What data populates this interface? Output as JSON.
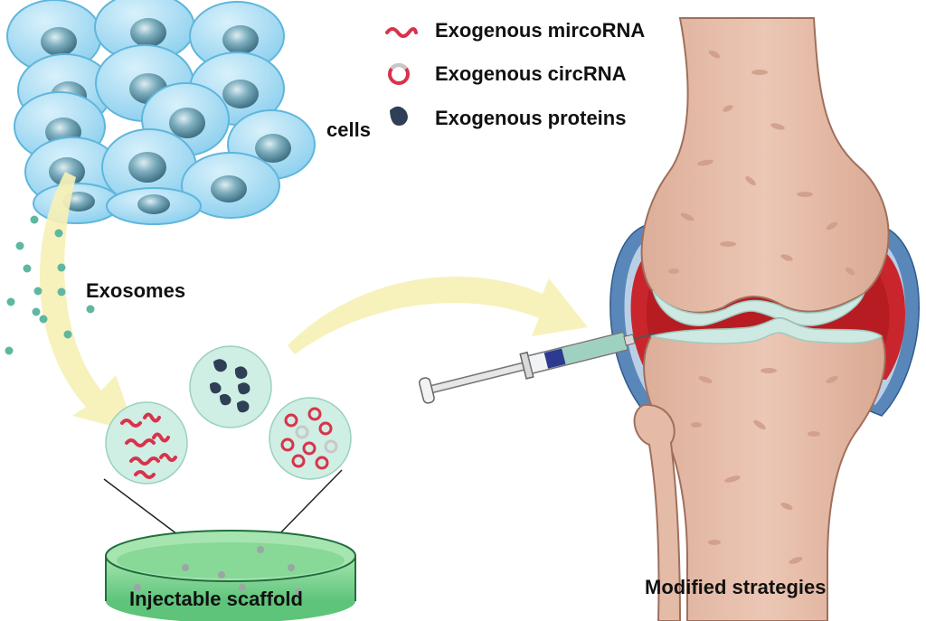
{
  "legend": {
    "mirna_label": "Exogenous mircoRNA",
    "circrna_label": "Exogenous circRNA",
    "protein_label": "Exogenous proteins"
  },
  "labels": {
    "cells": "cells",
    "exosomes": "Exosomes",
    "scaffold": "Injectable scaffold",
    "strategies": "Modified strategies"
  },
  "colors": {
    "cell_fill": "#a9dcf3",
    "cell_edge": "#5fb6dc",
    "nucleus": "#5d93a6",
    "exosome_dot": "#5fb7a0",
    "mirna": "#d9334b",
    "protein": "#2f3f55",
    "bubble": "#cfeee4",
    "arrow": "#f6f0b6",
    "dish_liquid": "#7fd38f",
    "bone": "#e8c0ad",
    "bone_spot": "#cf9c89",
    "cartilage": "#cde9e2",
    "synovial": "#c9252c",
    "capsule": "#5a87b9",
    "syringe_liquid": "#2d3a8f"
  }
}
